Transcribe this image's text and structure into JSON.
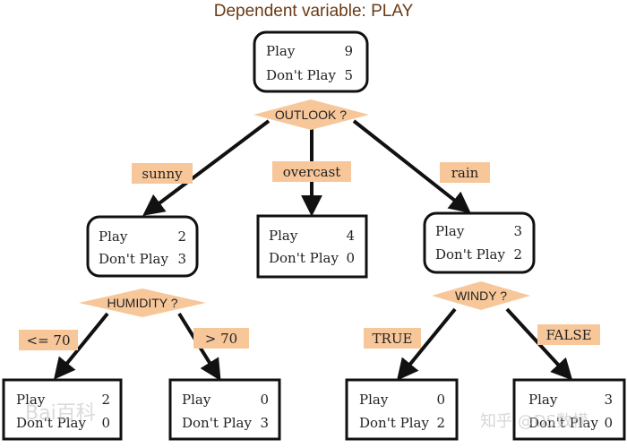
{
  "title": "Dependent variable: PLAY",
  "colors": {
    "label_fill": "#f7c79a",
    "edge": "#111111",
    "node_border": "#111111",
    "title": "#6a3a16"
  },
  "nodes": {
    "root": {
      "label_play": "Play",
      "play": "9",
      "label_dont": "Don't Play",
      "dont": "5"
    },
    "sunny": {
      "label_play": "Play",
      "play": "2",
      "label_dont": "Don't Play",
      "dont": "3"
    },
    "overcast": {
      "label_play": "Play",
      "play": "4",
      "label_dont": "Don't Play",
      "dont": "0"
    },
    "rain": {
      "label_play": "Play",
      "play": "3",
      "label_dont": "Don't Play",
      "dont": "2"
    },
    "hum_le70": {
      "label_play": "Play",
      "play": "2",
      "label_dont": "Don't Play",
      "dont": "0"
    },
    "hum_gt70": {
      "label_play": "Play",
      "play": "0",
      "label_dont": "Don't Play",
      "dont": "3"
    },
    "windy_true": {
      "label_play": "Play",
      "play": "0",
      "label_dont": "Don't Play",
      "dont": "2"
    },
    "windy_false": {
      "label_play": "Play",
      "play": "3",
      "label_dont": "Don't Play",
      "dont": "0"
    }
  },
  "conditions": {
    "outlook": "OUTLOOK ?",
    "humidity": "HUMIDITY ?",
    "windy": "WINDY ?"
  },
  "edges": {
    "sunny": "sunny",
    "overcast": "overcast",
    "rain": "rain",
    "le70": "<= 70",
    "gt70": "> 70",
    "true": "TRUE",
    "false": "FALSE"
  },
  "watermarks": {
    "left": "Bai百科",
    "right": "知乎 @DS数模"
  }
}
